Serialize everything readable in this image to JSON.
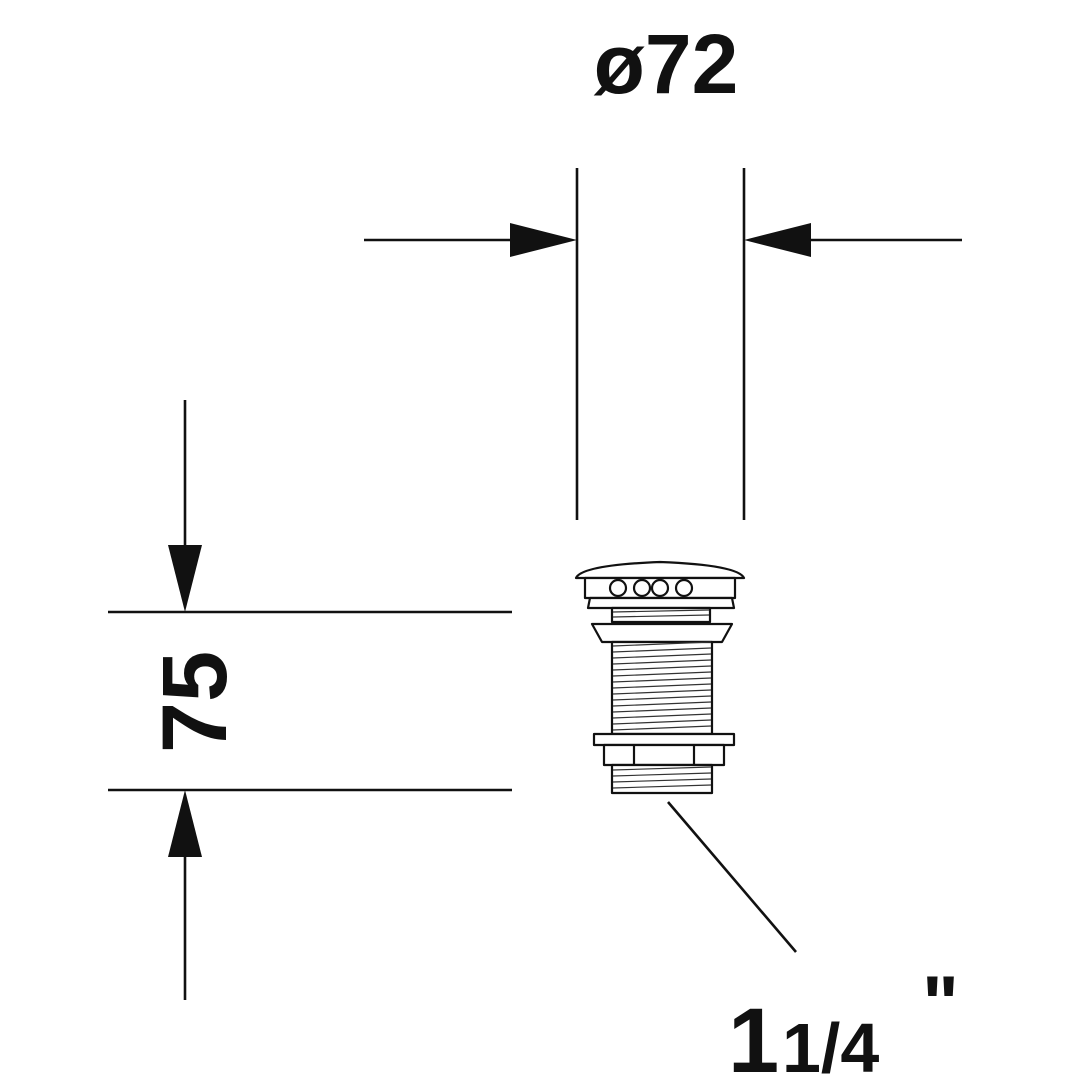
{
  "drawing": {
    "line_color": "#111111",
    "background_color": "#ffffff",
    "dimensions": {
      "diameter": {
        "label": "ø72",
        "symbol": "ø",
        "value": "72"
      },
      "height": {
        "label": "75"
      },
      "thread": {
        "whole": "1",
        "fraction": "1/4",
        "inch_mark": "\""
      }
    }
  }
}
